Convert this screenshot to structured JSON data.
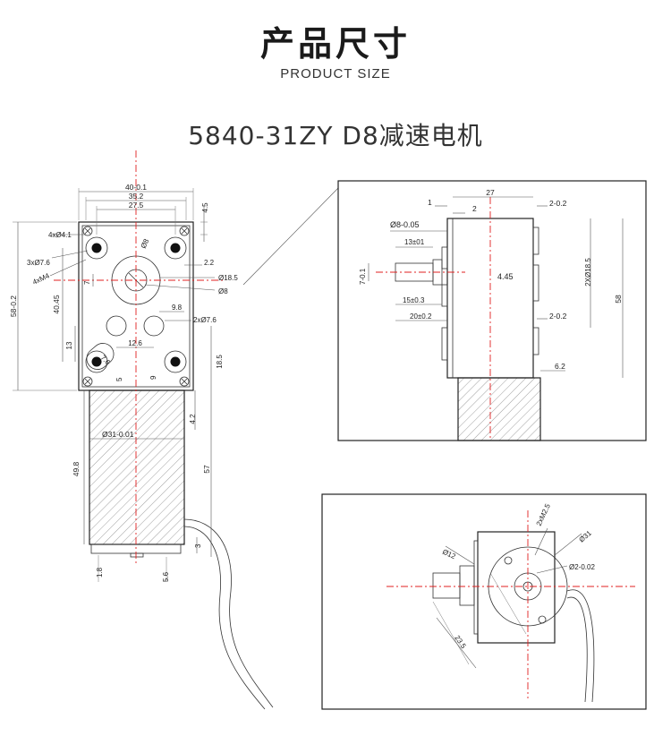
{
  "header": {
    "title_cn": "产品尺寸",
    "title_en": "PRODUCT SIZE",
    "model": "5840-31ZY D8减速电机"
  },
  "main_view": {
    "d_40_01": "40-0.1",
    "d_35_2": "35.2",
    "d_27_5": "27.5",
    "d_4_5": "4.5",
    "d_4x41": "4xØ4.1",
    "d_3x76": "3xØ7.6",
    "d_4xm4": "4xM4",
    "d_o8a": "Ø8",
    "d_2_2": "2.2",
    "d_7": "7",
    "d_o18_5": "Ø18.5",
    "d_o8b": "Ø8",
    "d_58_02": "58-0.2",
    "d_40_45": "40.45",
    "d_9_8": "9.8",
    "d_2x76": "2xØ7.6",
    "d_13": "13",
    "d_12_6": "12.6",
    "d_7_6": "7.6",
    "d_18_5": "18.5",
    "d_5": "5",
    "d_9": "9",
    "d_4_2": "4.2",
    "d_o31": "Ø31-0.01",
    "d_49_8": "49.8",
    "d_57": "57",
    "d_3": "3",
    "d_1_8": "1.8",
    "d_5_6": "5.6"
  },
  "side_view": {
    "d_1": "1",
    "d_27": "27",
    "d_2": "2",
    "d_2_02a": "2-0.2",
    "d_o8": "Ø8-0.05",
    "d_13": "13±01",
    "d_7_01": "7-0.1",
    "d_4_45": "4.45",
    "d_2x185": "2XØ18.5",
    "d_58": "58",
    "d_15": "15±0.3",
    "d_20": "20±0.2",
    "d_2_02b": "2-0.2",
    "d_6_2": "6.2"
  },
  "rear_view": {
    "d_2xm25": "2xM2.5",
    "d_o31": "Ø31",
    "d_o12": "Ø12",
    "d_o2": "Ø2-0.02",
    "d_23_5": "23.5"
  }
}
